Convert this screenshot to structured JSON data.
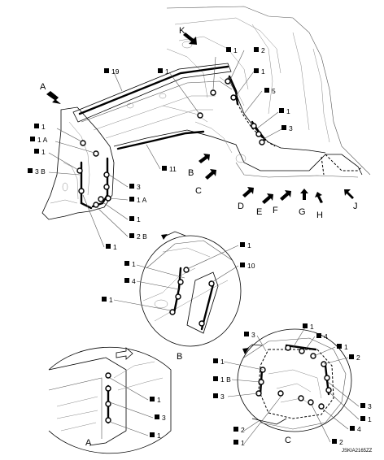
{
  "callout_labels": {
    "n1": "1",
    "n1A": "1 A",
    "n1B": "1 B",
    "n2": "2",
    "n2B": "2 B",
    "n3": "3",
    "n3B": "3 B",
    "n4": "4",
    "n5": "5",
    "n10": "10",
    "n11": "11",
    "n19": "19"
  },
  "view_letters": {
    "a": "A",
    "b": "B",
    "c": "C",
    "d": "D",
    "e": "E",
    "f": "F",
    "g": "G",
    "h": "H",
    "j": "J",
    "k": "K"
  },
  "figure_code": "JSKIA2165ZZ"
}
